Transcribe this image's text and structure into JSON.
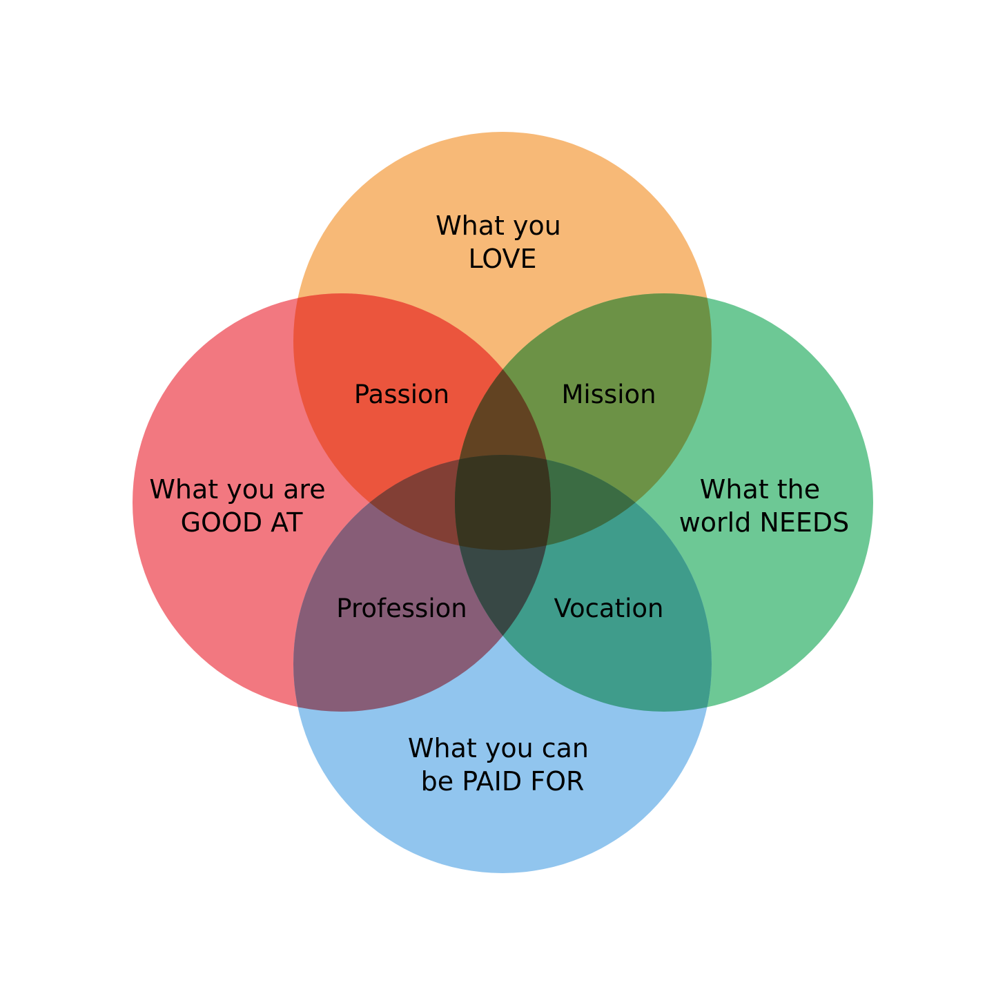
{
  "circles": [
    {
      "id": "love",
      "line1": "What you",
      "line2": "LOVE",
      "color": "#F7B977"
    },
    {
      "id": "good",
      "line1": "What you are",
      "line2": "GOOD AT",
      "color": "#F27880"
    },
    {
      "id": "world",
      "line1": "What the",
      "line2": "world NEEDS",
      "color": "#6DC895"
    },
    {
      "id": "paid",
      "line1": "What you can",
      "line2": "be PAID FOR",
      "color": "#91C5EE"
    }
  ],
  "overlaps": {
    "passion": "Passion",
    "mission": "Mission",
    "profession": "Profession",
    "vocation": "Vocation"
  },
  "overlap_colors": {
    "passion": "#EB553D",
    "mission": "#6C9246",
    "profession": "#875D77",
    "vocation": "#3F9C8B",
    "love_good_paid": "#823F35",
    "love_world_paid": "#3B6C43",
    "love_good_world": "#624322",
    "good_world_paid": "#384845",
    "center": "#38351F"
  }
}
